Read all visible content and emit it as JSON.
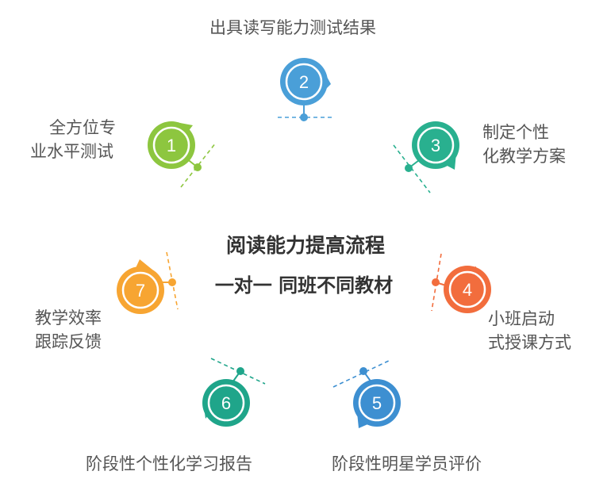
{
  "center": {
    "title": "阅读能力提高流程",
    "subtitle": "一对一 同班不同教材"
  },
  "steps": [
    {
      "number": "1",
      "line1": "全方位专",
      "line2": "业水平测试",
      "color": "#8dc63f"
    },
    {
      "number": "2",
      "line1": "出具读写能力测试结果",
      "line2": "",
      "color": "#4a9fd8"
    },
    {
      "number": "3",
      "line1": "制定个性",
      "line2": "化教学方案",
      "color": "#29b08f"
    },
    {
      "number": "4",
      "line1": "小班启动",
      "line2": "式授课方式",
      "color": "#f26d3d"
    },
    {
      "number": "5",
      "line1": "阶段性明星学员评价",
      "line2": "",
      "color": "#3d8fd1"
    },
    {
      "number": "6",
      "line1": "阶段性个性化学习报告",
      "line2": "",
      "color": "#1fa58a"
    },
    {
      "number": "7",
      "line1": "教学效率",
      "line2": "跟踪反馈",
      "color": "#f7a532"
    }
  ]
}
